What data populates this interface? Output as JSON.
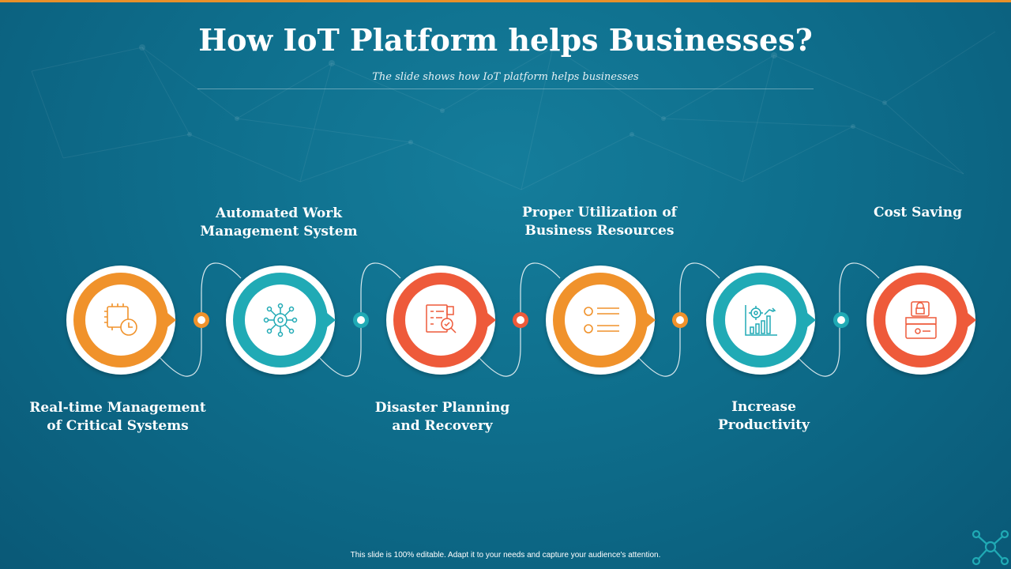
{
  "slide": {
    "title": "How IoT Platform helps Businesses?",
    "subtitle": "The slide shows how IoT platform helps businesses",
    "footer": "This slide is 100% editable.  Adapt it to your needs and capture your audience's attention."
  },
  "colors": {
    "orange": "#f0922b",
    "teal": "#20aab5",
    "red": "#ee5a3a",
    "background": "#0e6e8c"
  },
  "steps": [
    {
      "label_line1": "Real-time Management",
      "label_line2": "of Critical Systems",
      "icon": "chip-clock-icon",
      "color": "orange"
    },
    {
      "label_line1": "Automated Work",
      "label_line2": "Management System",
      "icon": "network-gear-icon",
      "color": "teal"
    },
    {
      "label_line1": "Disaster Planning",
      "label_line2": "and Recovery",
      "icon": "checklist-search-icon",
      "color": "red"
    },
    {
      "label_line1": "Proper Utilization of",
      "label_line2": "Business Resources",
      "icon": "list-icon",
      "color": "orange"
    },
    {
      "label_line1": "Increase",
      "label_line2": "Productivity",
      "icon": "gear-chart-icon",
      "color": "teal"
    },
    {
      "label_line1": "Cost Saving",
      "label_line2": "",
      "icon": "lock-wallet-icon",
      "color": "red"
    }
  ]
}
